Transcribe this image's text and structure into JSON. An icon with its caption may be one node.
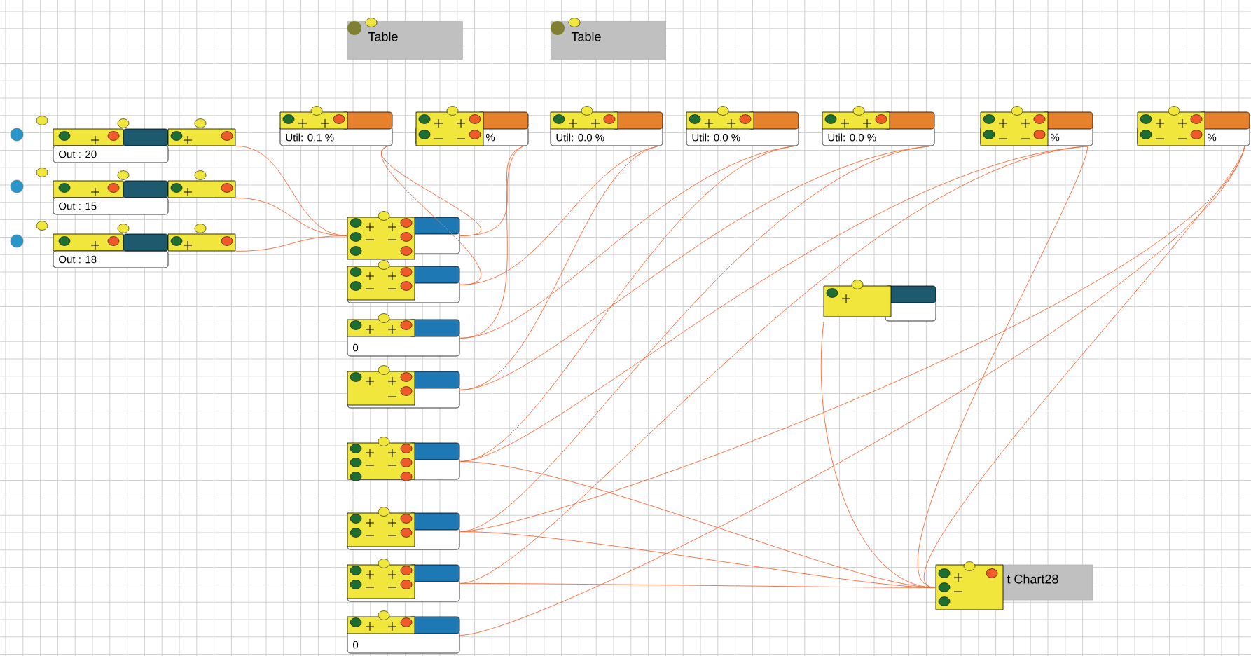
{
  "diagram": {
    "nodes": [
      {
        "text": [],
        "shape": "circle"
      },
      {
        "text": [],
        "shape": "circle"
      },
      {
        "text": [],
        "shape": "circle"
      },
      {
        "text": [
          "Out : 20"
        ]
      },
      {
        "text": [
          "Out : 15"
        ]
      },
      {
        "text": [
          "Out : 18"
        ]
      },
      {
        "text": [
          "Table"
        ]
      },
      {
        "text": [
          "Table"
        ]
      },
      {
        "text": [
          "Util: 0.1 %"
        ]
      },
      {
        "text": [
          "%"
        ]
      },
      {
        "text": [
          "Util: 0.0 %"
        ]
      },
      {
        "text": [
          "Util: 0.0 %"
        ]
      },
      {
        "text": [
          "Util: 0.0 %"
        ]
      },
      {
        "text": [
          "%"
        ]
      },
      {
        "text": [
          "%"
        ]
      },
      {
        "text": [],
        "shape": "box"
      },
      {
        "text": [],
        "shape": "box"
      },
      {
        "text": [
          "0"
        ]
      },
      {
        "text": [],
        "shape": "box"
      },
      {
        "text": [],
        "shape": "box"
      },
      {
        "text": [],
        "shape": "box"
      },
      {
        "text": [],
        "shape": "box"
      },
      {
        "text": [
          "0"
        ]
      },
      {
        "text": [],
        "shape": "box"
      },
      {
        "text": [
          "t Chart28"
        ]
      }
    ],
    "edges": [
      {
        "from": 3,
        "to": 15,
        "arrow": "none"
      },
      {
        "from": 4,
        "to": 15,
        "arrow": "none"
      },
      {
        "from": 5,
        "to": 15,
        "arrow": "none"
      },
      {
        "from": 8,
        "to": 15,
        "arrow": "none"
      },
      {
        "from": 8,
        "to": 16,
        "arrow": "none"
      },
      {
        "from": 9,
        "to": 15,
        "arrow": "none"
      },
      {
        "from": 9,
        "to": 17,
        "arrow": "none"
      },
      {
        "from": 10,
        "to": 16,
        "arrow": "none"
      },
      {
        "from": 10,
        "to": 18,
        "arrow": "none"
      },
      {
        "from": 11,
        "to": 17,
        "arrow": "none"
      },
      {
        "from": 11,
        "to": 19,
        "arrow": "none"
      },
      {
        "from": 12,
        "to": 18,
        "arrow": "none"
      },
      {
        "from": 12,
        "to": 20,
        "arrow": "none"
      },
      {
        "from": 13,
        "to": 19,
        "arrow": "none"
      },
      {
        "from": 13,
        "to": 21,
        "arrow": "none"
      },
      {
        "from": 14,
        "to": 20,
        "arrow": "none"
      },
      {
        "from": 14,
        "to": 22,
        "arrow": "none"
      },
      {
        "from": 13,
        "to": 24,
        "arrow": "none"
      },
      {
        "from": 14,
        "to": 24,
        "arrow": "none"
      },
      {
        "from": 19,
        "to": 24,
        "arrow": "none"
      },
      {
        "from": 20,
        "to": 24,
        "arrow": "none"
      },
      {
        "from": 21,
        "to": 24,
        "arrow": "none"
      },
      {
        "from": 23,
        "to": 24,
        "arrow": "none"
      }
    ]
  }
}
